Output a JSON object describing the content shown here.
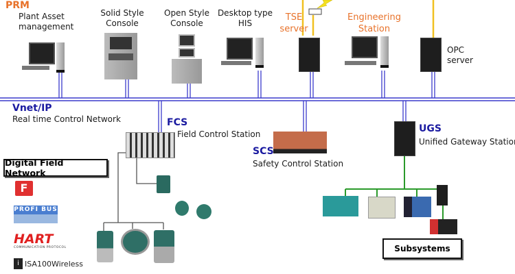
{
  "top_stations": {
    "prm": {
      "title": "PRM",
      "label": "Plant Asset\nmanagement"
    },
    "solid_console": {
      "label": "Solid Style\nConsole"
    },
    "open_console": {
      "label": "Open Style\nConsole"
    },
    "desktop_his": {
      "label": "Desktop type\nHIS"
    },
    "tse_server": {
      "label": "TSE\nserver"
    },
    "engineering_station": {
      "label": "Engineering\nStation"
    },
    "opc_server": {
      "label": "OPC\nserver"
    }
  },
  "network": {
    "title": "Vnet/IP",
    "subtitle": "Real time Control Network"
  },
  "fcs": {
    "title": "FCS",
    "subtitle": "Field Control Station"
  },
  "scs": {
    "title": "SCS",
    "subtitle": "Safety Control Station"
  },
  "ugs": {
    "title": "UGS",
    "subtitle": "Unified Gateway Station"
  },
  "digital_field_network": {
    "title": "Digital Field Network",
    "logos": [
      {
        "name": "Foundation Fieldbus",
        "text": "F"
      },
      {
        "name": "PROFIBUS",
        "text": "PROFI BUS"
      },
      {
        "name": "HART",
        "text": "HART",
        "sub": "COMMUNICATION PROTOCOL"
      },
      {
        "name": "ISA100 Wireless",
        "text": "ISA100Wireless"
      }
    ]
  },
  "subsystems": {
    "title": "Subsystems"
  },
  "colors": {
    "network": "#3a3acc",
    "accent_orange": "#e8722a",
    "title_blue": "#1a1aa0",
    "subsystem_link": "#2a9a2a",
    "tse_link": "#f0c020",
    "field_wire": "#555555"
  }
}
